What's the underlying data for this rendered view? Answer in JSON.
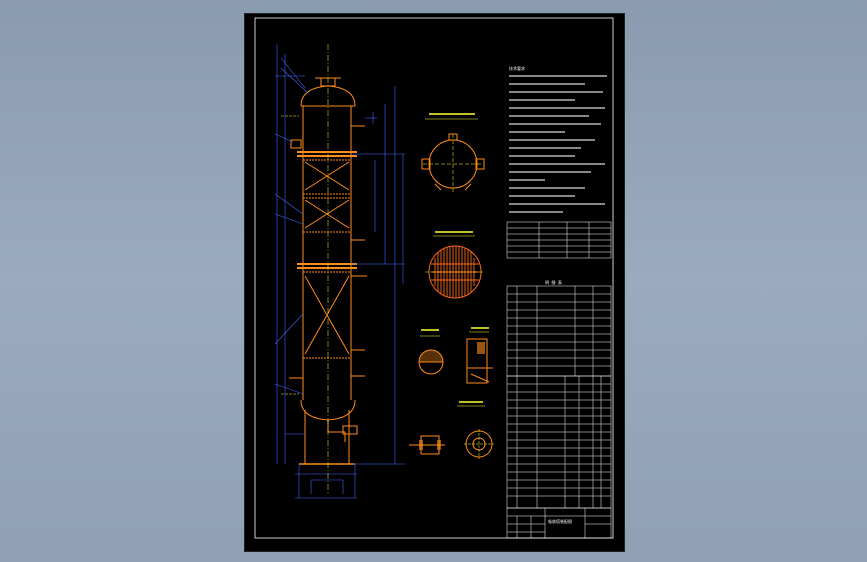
{
  "drawing": {
    "notes_title": "技术要求",
    "parts_table_title": "明 细 表",
    "title_block_name": "吸收塔装配图"
  },
  "colors": {
    "background_outer": "#8fa0b4",
    "sheet": "#000000",
    "vessel": "#ff8c1a",
    "dimension": "#4466ff",
    "text": "#ffffff",
    "annotation": "#ffff33",
    "section_hatch": "#ff6a1a"
  }
}
